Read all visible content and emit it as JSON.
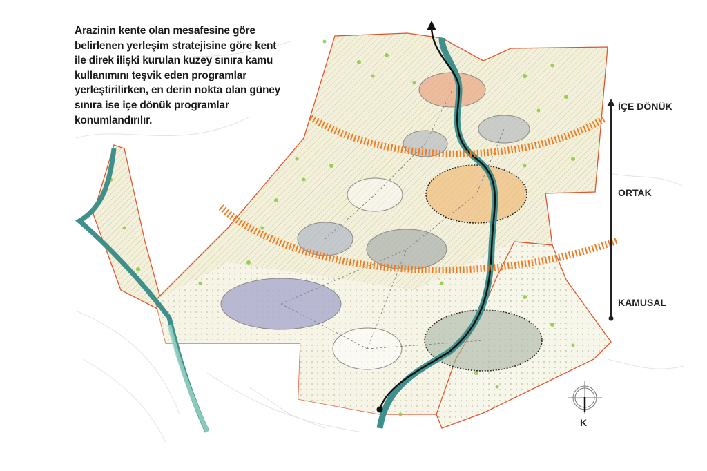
{
  "description": "Arazinin kente olan mesafesine göre belirlenen yerleşim stratejisine göre kent ile direk ilişki kurulan kuzey sınıra kamu kullanımını teşvik eden programlar yerleştirilirken, en derin nokta olan güney sınıra ise içe dönük programlar konumlandırılır.",
  "scale_axis": {
    "labels": [
      "İÇE DÖNÜK",
      "ORTAK",
      "KAMUSAL"
    ]
  },
  "north_label": "K",
  "colors": {
    "boundary": "#e0542c",
    "river": "#3f8f8c",
    "zone_divider": "#f47a20",
    "vegetation": "#8cc63f"
  }
}
